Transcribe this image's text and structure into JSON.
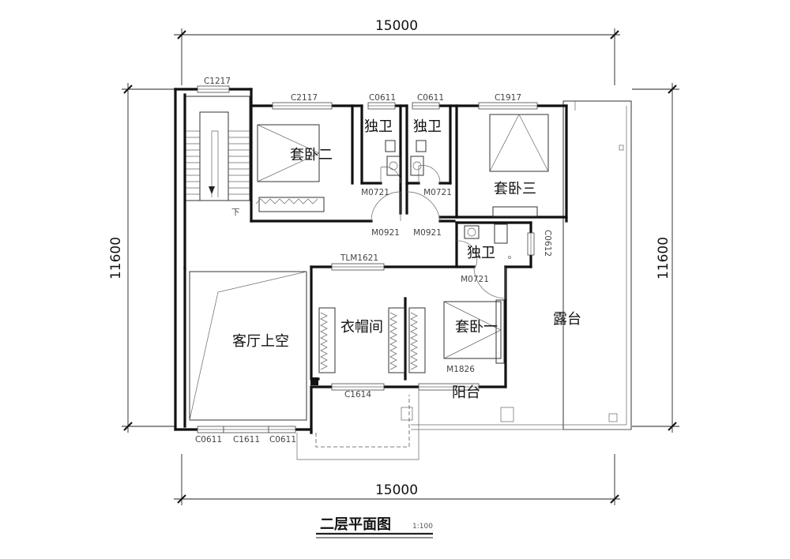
{
  "drawing": {
    "title": "二层平面图",
    "scale": "1:100"
  },
  "dimensions": {
    "top": "15000",
    "bottom": "15000",
    "left": "11600",
    "right": "11600"
  },
  "rooms": {
    "suite2": "套卧二",
    "suite3": "套卧三",
    "suite1": "套卧一",
    "bath_a": "独卫",
    "bath_b": "独卫",
    "bath_c": "独卫",
    "living_void": "客厅上空",
    "cloakroom": "衣帽间",
    "terrace": "露台",
    "balcony": "阳台",
    "stair_down": "下"
  },
  "openings": {
    "c1217": "C1217",
    "c2117": "C2117",
    "c0611_a": "C0611",
    "c0611_b": "C0611",
    "c1917": "C1917",
    "m0721_a": "M0721",
    "m0721_b": "M0721",
    "m0921_a": "M0921",
    "m0921_b": "M0921",
    "tlm1621": "TLM1621",
    "c0612": "C0612",
    "m0721_c": "M0721",
    "m1826": "M1826",
    "c1614": "C1614",
    "c0611_c": "C0611",
    "c1611": "C1611",
    "c0611_d": "C0611"
  }
}
